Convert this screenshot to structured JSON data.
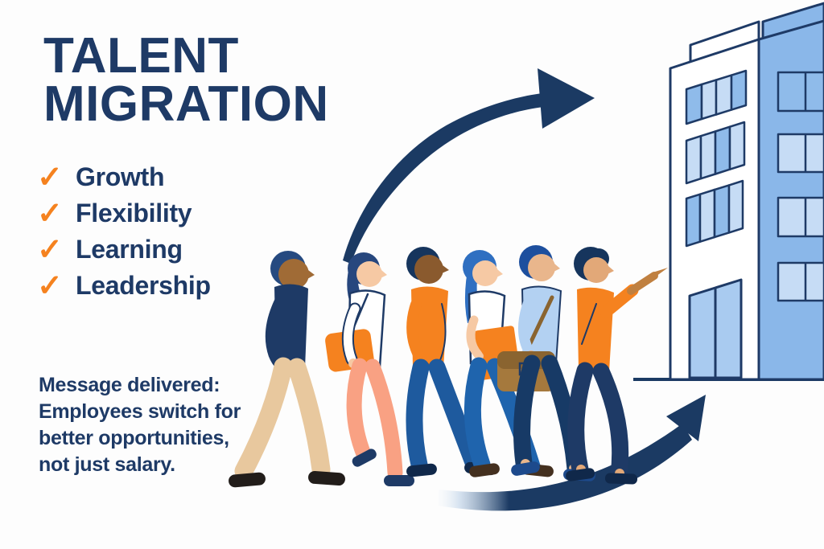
{
  "title": {
    "line1": "TALENT",
    "line2": "MIGRATION"
  },
  "checklist": {
    "check_glyph": "✓",
    "items": [
      {
        "label": "Growth"
      },
      {
        "label": "Flexibility"
      },
      {
        "label": "Learning"
      },
      {
        "label": "Leadership"
      }
    ]
  },
  "message": {
    "lines": [
      "Message delivered:",
      "Employees switch for",
      "better opportunities,",
      "not just salary."
    ]
  },
  "illustration": {
    "people_count": 6,
    "people": [
      "man-navy-sweater-khaki-pants",
      "woman-white-jacket-orange-bag-salmon-pants",
      "man-orange-shirt-blue-pants",
      "woman-blue-hair-orange-folder-jeans",
      "man-light-blue-shirt-brown-briefcase",
      "woman-orange-shirt-pointing-at-building"
    ],
    "icons": [
      "curved-arrow-up-right",
      "swoosh-arrow-under-feet",
      "office-building",
      "check-icon"
    ]
  },
  "palette": {
    "background": "#fdfdfd",
    "white": "#ffffff",
    "navy": "#1e3a66",
    "arrow_navy": "#1b3a63",
    "orange": "#f5821f",
    "building_side": "#8ab7e9",
    "window_light": "#c6dcf5",
    "window_mid": "#8fbbea",
    "door": "#a9cbf0",
    "skin_brown": "#a06b36",
    "skin_dark": "#8a5a2e",
    "skin_light": "#f6c9a4",
    "skin_medium": "#e9b68c",
    "skin_tan": "#e2a878",
    "hand_tan": "#c08040",
    "hair_blue_dark": "#264a80",
    "hair_indigo": "#27477e",
    "hair_navy": "#16355d",
    "hair_bright_blue": "#2f6fc1",
    "hair_royal": "#1d4f9e",
    "khaki": "#e8c89e",
    "salmon": "#f9a183",
    "jeans": "#1f64ad",
    "blue_pants": "#1e5a9e",
    "navy_pants": "#173a66",
    "light_blue_shirt": "#b3d1f2",
    "bag_brown": "#a5793d",
    "bag_brown_dark": "#8a6430",
    "shoe_black": "#221d1a",
    "shoe_brown": "#44301f",
    "shoe_navy": "#1d4a8c",
    "shoe_dark": "#10284a"
  }
}
